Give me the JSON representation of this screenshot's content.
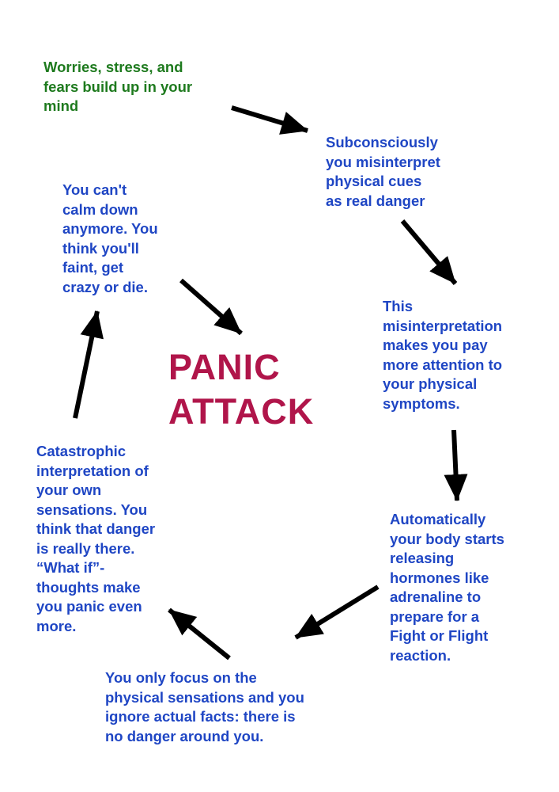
{
  "title": "PANIC\nATTACK",
  "colors": {
    "first_step": "#1e7a1e",
    "steps": "#1f46c4",
    "title": "#b0154a",
    "arrows": "#000000"
  },
  "steps": [
    {
      "text": "Worries, stress, and\nfears build up in your\nmind"
    },
    {
      "text": "Subconsciously\nyou misinterpret\nphysical cues\nas real danger"
    },
    {
      "text": "This\nmisinterpretation\nmakes you pay\nmore attention to\nyour physical\nsymptoms."
    },
    {
      "text": "Automatically\nyour body starts\nreleasing\nhormones like\nadrenaline to\nprepare for a\nFight or Flight\nreaction."
    },
    {
      "text": "You only focus on the\nphysical sensations and you\nignore actual facts: there is\nno danger around you."
    },
    {
      "text": "Catastrophic\ninterpretation of\nyour own\nsensations. You\nthink that danger\nis really there.\n“What if”-\nthoughts make\nyou panic even\nmore."
    },
    {
      "text": "You can't\ncalm down\nanymore. You\nthink you'll\nfaint, get\ncrazy or die."
    }
  ]
}
